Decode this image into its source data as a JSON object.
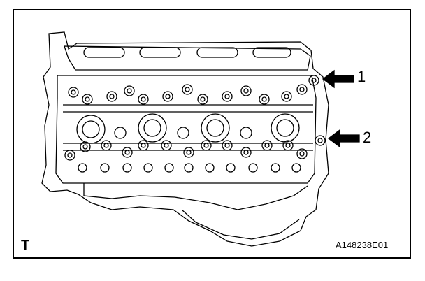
{
  "callouts": [
    {
      "label": "1"
    },
    {
      "label": "2"
    }
  ],
  "corner_letter": "T",
  "figure_id": "A148238E01",
  "colors": {
    "line": "#000000",
    "background": "#ffffff"
  },
  "icons": [
    "arrow-left-icon"
  ]
}
